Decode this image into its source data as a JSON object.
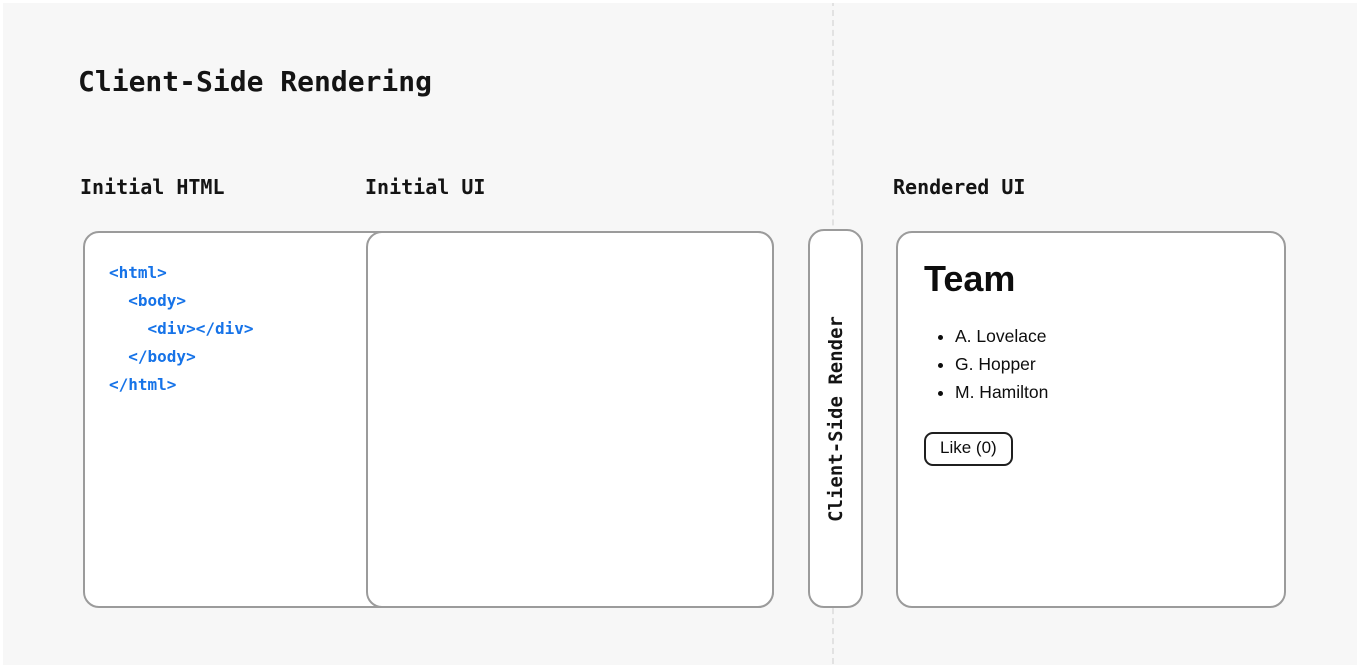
{
  "diagram": {
    "title": "Client-Side Rendering",
    "columns": {
      "initial_html_label": "Initial HTML",
      "initial_ui_label": "Initial UI",
      "rendered_ui_label": "Rendered UI"
    },
    "initial_html_code": "<html>\n  <body>\n    <div></div>\n  </body>\n</html>",
    "process_label": "Client-Side Render",
    "rendered_ui": {
      "heading": "Team",
      "members": [
        "A. Lovelace",
        "G. Hopper",
        "M. Hamilton"
      ],
      "like_button_label": "Like (0)"
    },
    "colors": {
      "background": "#f7f7f7",
      "panel_border": "#9b9b9b",
      "code_blue": "#1673e8",
      "dashed_line": "#e2e2e2",
      "text": "#141414"
    }
  }
}
